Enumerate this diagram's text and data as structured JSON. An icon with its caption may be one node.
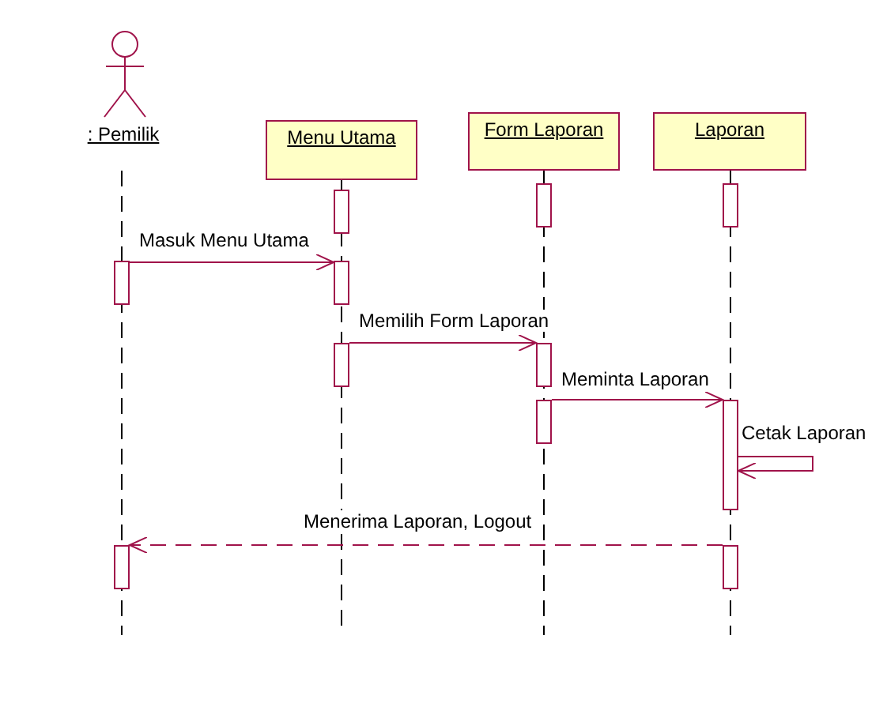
{
  "diagram": {
    "nodes": [
      {
        "text": [
          ": Pemilik"
        ]
      },
      {
        "text": [
          "Menu Utama"
        ]
      },
      {
        "text": [
          "Form Laporan"
        ]
      },
      {
        "text": [
          "Laporan"
        ]
      },
      {
        "text": [],
        "shape": "bar"
      },
      {
        "text": [],
        "shape": "bar"
      },
      {
        "text": [],
        "shape": "bar"
      },
      {
        "text": [],
        "shape": "bar"
      },
      {
        "text": [],
        "shape": "bar"
      },
      {
        "text": [],
        "shape": "bar"
      },
      {
        "text": [],
        "shape": "bar"
      },
      {
        "text": [],
        "shape": "bar"
      },
      {
        "text": [],
        "shape": "bar"
      },
      {
        "text": [],
        "shape": "bar"
      },
      {
        "text": [],
        "shape": "bar"
      }
    ],
    "edges": [
      {
        "from": 4,
        "to": 7,
        "arrow": "to",
        "label": "Masuk Menu Utama"
      },
      {
        "from": 8,
        "to": 10,
        "arrow": "to",
        "label": "Memilih Form Laporan"
      },
      {
        "from": 11,
        "to": 13,
        "arrow": "to",
        "label": "Meminta Laporan"
      },
      {
        "from": 13,
        "to": 13,
        "arrow": "to",
        "label": "Cetak Laporan"
      },
      {
        "from": 14,
        "to": 5,
        "arrow": "to",
        "label": "Menerima Laporan, Logout",
        "style": "dashed"
      }
    ]
  }
}
